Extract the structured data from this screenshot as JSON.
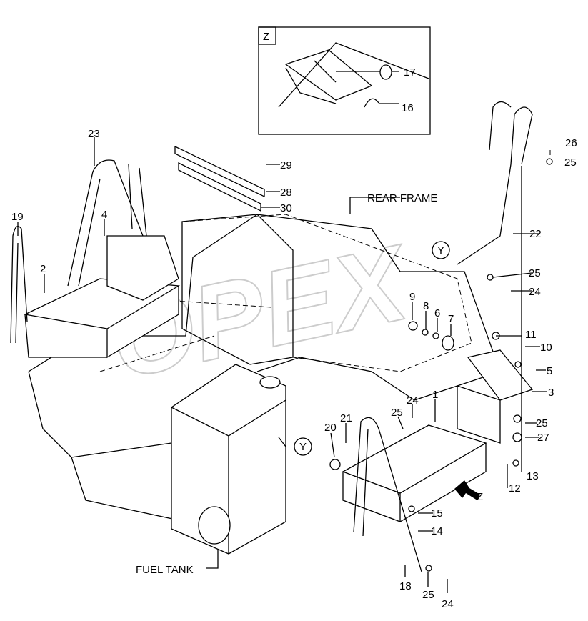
{
  "watermark": "OPEX",
  "detail_view": {
    "label": "Z",
    "callouts": [
      "17",
      "16"
    ]
  },
  "callouts": {
    "c23": "23",
    "c26": "26",
    "c25a": "25",
    "c29": "29",
    "c28": "28",
    "c30": "30",
    "c19": "19",
    "c4": "4",
    "c2": "2",
    "c22": "22",
    "c25b": "25",
    "c24a": "24",
    "c9": "9",
    "c8": "8",
    "c6": "6",
    "c7": "7",
    "c11": "11",
    "c10": "10",
    "c5": "5",
    "c3": "3",
    "c24b": "24",
    "c25c": "25",
    "c21": "21",
    "c20": "20",
    "c1": "1",
    "c25d": "25",
    "c27": "27",
    "c13": "13",
    "c12": "12",
    "c15": "15",
    "c14": "14",
    "c18": "18",
    "c25e": "25",
    "c24c": "24"
  },
  "view_markers": {
    "y1": "Y",
    "y2": "Y",
    "z_arrow": "Z"
  },
  "part_labels": {
    "rear_frame": "REAR FRAME",
    "fuel_tank": "FUEL TANK"
  }
}
